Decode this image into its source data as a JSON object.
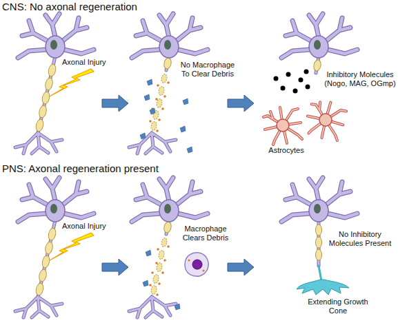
{
  "diagram": {
    "labels": [
      "CNS: No axonal regeneration",
      "Axonal Injury",
      "No Macrophage To Clear Debris",
      "Inhibitory Molecules (Nogo, MAG, OGmp)",
      "Astrocytes",
      "PNS: Axonal regeneration present",
      "Axonal Injury",
      "Macrophage Clears Debris",
      "No Inhibitory Molecules Present",
      "Extending Growth Cone"
    ]
  }
}
